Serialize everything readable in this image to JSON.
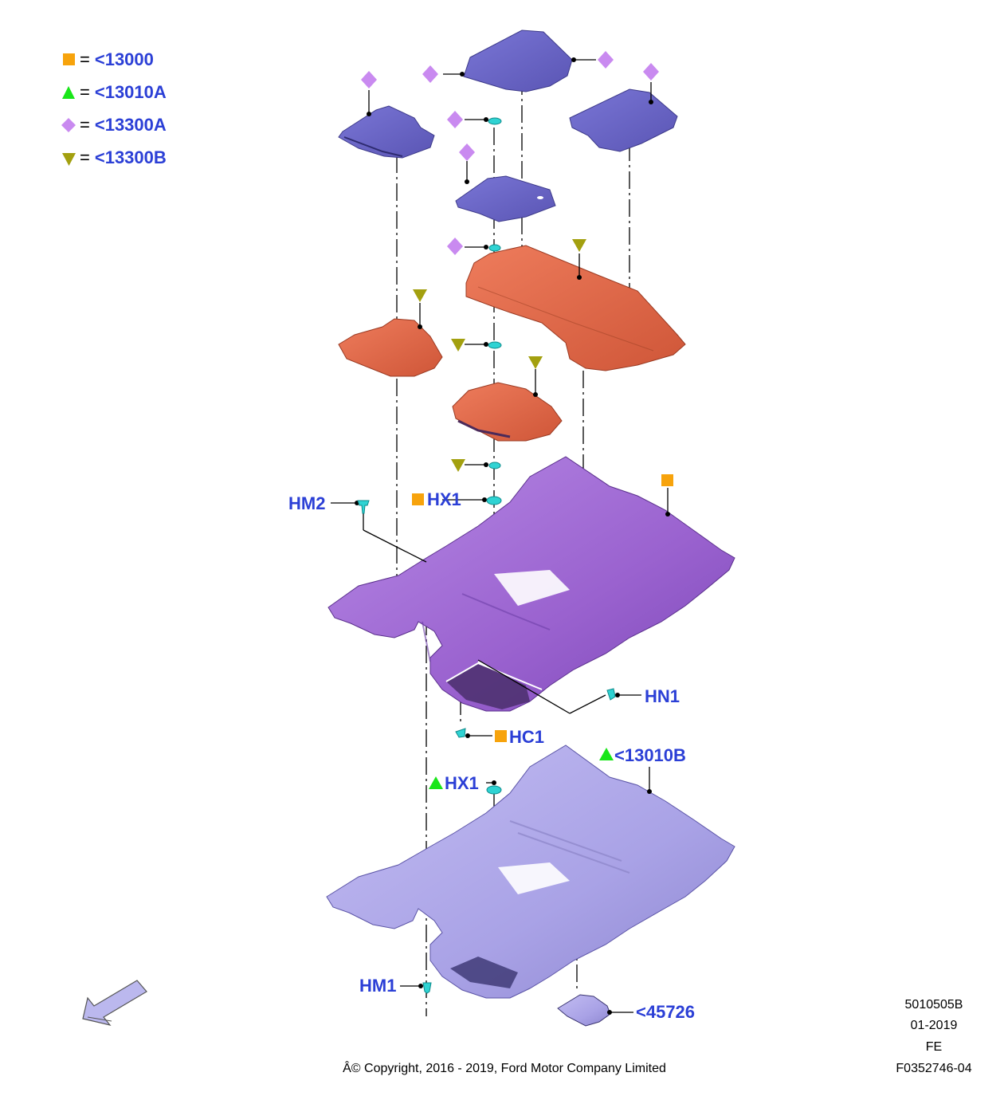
{
  "legend": [
    {
      "symbol": "orange-square",
      "label": "<13000"
    },
    {
      "symbol": "green-triangle",
      "label": "<13010A"
    },
    {
      "symbol": "violet-diamond",
      "label": "<13300A"
    },
    {
      "symbol": "olive-triangle-down",
      "label": "<13300B"
    }
  ],
  "callouts": {
    "hm2": "HM2",
    "hx1_upper": "HX1",
    "hn1": "HN1",
    "hc1": "HC1",
    "ref_13010b": "<13010B",
    "hx1_lower": "HX1",
    "hm1": "HM1",
    "ref_45726": "<45726"
  },
  "meta": {
    "code": "5010505B",
    "date": "01-2019",
    "region": "FE",
    "figure_id": "F0352746-04",
    "copyright": "Â© Copyright, 2016 - 2019, Ford Motor Company Limited"
  },
  "colors": {
    "label_blue": "#2b3fd6",
    "orange_square": "#f7a30c",
    "green_triangle": "#19e619",
    "violet_diamond": "#c98af0",
    "olive_triangle": "#a3a00f",
    "mat_blue": "#6a66c4",
    "insulator_orange": "#e0684a",
    "floor_purple": "#9a62cf",
    "floor_lavender": "#aaa3e8",
    "clip_cyan": "#2fd3d3"
  },
  "icons": {
    "orientation": "direction-arrow-icon"
  }
}
